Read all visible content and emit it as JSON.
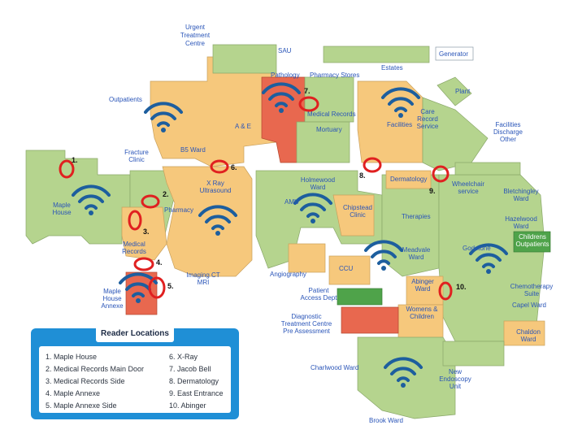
{
  "areas": {
    "urgent_treatment_centre": [
      "Urgent",
      "Treatment",
      "Centre"
    ],
    "sau": "SAU",
    "estates": "Estates",
    "generator": "Generator",
    "plant": "Plant",
    "outpatients": "Outpatients",
    "pathology": "Pathology",
    "pharmacy_stores": "Pharmacy Stores",
    "medical_records_top": "Medical Records",
    "care_record_service": [
      "Care",
      "Record",
      "Service"
    ],
    "facilities": "Facilities",
    "facilities_discharge_other": [
      "Facilities",
      "Discharge",
      "Other"
    ],
    "a_and_e": "A & E",
    "mortuary": "Mortuary",
    "fracture_clinic": [
      "Fracture",
      "Clinic"
    ],
    "b5_ward": "B5 Ward",
    "xray_ultrasound": [
      "X Ray",
      "Ultrasound"
    ],
    "dermatology": "Dermatology",
    "wheelchair_service": [
      "Wheelchair",
      "service"
    ],
    "bletchingley_ward": [
      "Bletchingley",
      "Ward"
    ],
    "maple_house": [
      "Maple",
      "House"
    ],
    "pharmacy": "Pharmacy",
    "holmewood_ward": [
      "Holmewood",
      "Ward"
    ],
    "amu": "AMU",
    "chipstead_clinic": [
      "Chipstead",
      "Clinic"
    ],
    "therapies": "Therapies",
    "hazelwood_ward": [
      "Hazelwood",
      "Ward"
    ],
    "childrens_outpatients": [
      "Childrens",
      "Outpatients"
    ],
    "medical_records_left": [
      "Medical",
      "Records"
    ],
    "godstone": "Godstone",
    "merstham_ward": [
      "Meadvale",
      "Ward"
    ],
    "angiography": "Angiography",
    "ccu": "CCU",
    "imaging": [
      "Imaging CT",
      "MRI"
    ],
    "maple_house_annexe": [
      "Maple",
      "House",
      "Annexe"
    ],
    "abinger_ward": [
      "Abinger",
      "Ward"
    ],
    "chemotherapy_suite": [
      "Chemotherapy",
      "Suite"
    ],
    "capel_ward": "Capel Ward",
    "patient_access_dept": [
      "Patient",
      "Access Dept"
    ],
    "womens_children": [
      "Womens &",
      "Children"
    ],
    "diagnostic_treatment_centre": [
      "Diagnostic",
      "Treatment Centre",
      "Pre Assessment"
    ],
    "chaldon_ward": [
      "Chaldon",
      "Ward"
    ],
    "charlwood_ward": "Charlwood Ward",
    "new_endoscopy_unit": [
      "New",
      "Endoscopy",
      "Unit"
    ],
    "brook_ward": "Brook Ward"
  },
  "markers": [
    "1.",
    "2.",
    "3.",
    "4.",
    "5.",
    "6.",
    "7.",
    "8.",
    "9.",
    "10."
  ],
  "legend": {
    "title": "Reader Locations",
    "left": [
      "1. Maple House",
      "2. Medical Records Main Door",
      "3. Medical Records Side",
      "4. Maple Annexe",
      "5. Maple Annexe Side"
    ],
    "right": [
      "6. X-Ray",
      "7. Jacob Bell",
      "8. Dermatology",
      "9. East Entrance",
      "10. Abinger"
    ]
  },
  "colors": {
    "building_green": "#b5d48e",
    "building_orange": "#f6c87c",
    "building_red": "#e8684f",
    "building_darkgreen": "#4fa34a",
    "wifi_blue": "#1d5e9e",
    "marker_red": "#e02020",
    "label_blue": "#2a55b8",
    "legend_blue": "#1f8fd6"
  }
}
